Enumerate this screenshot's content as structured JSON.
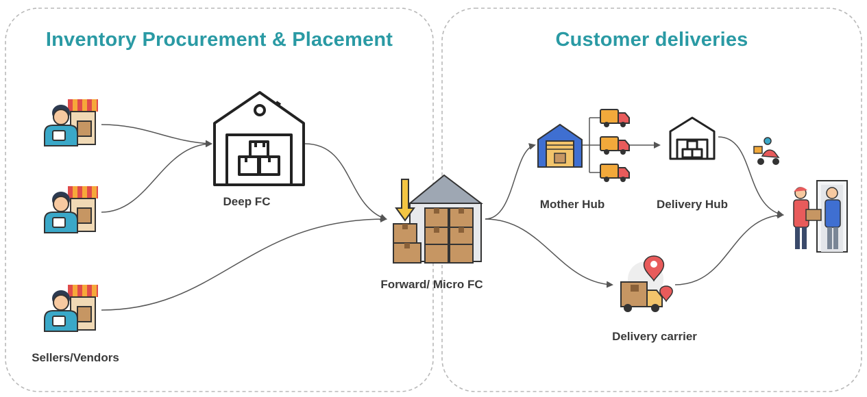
{
  "colors": {
    "accent": "#2a9aa4",
    "border": "#b8b8b8",
    "connector": "#555555",
    "box": "#c69663",
    "box_dark": "#8a6139",
    "warehouse_outline": "#222222",
    "blue_hub": "#3f6fd1",
    "truck_orange": "#f2a93b",
    "truck_red": "#e85b5b",
    "arrow_yellow": "#f4c542"
  },
  "sections": {
    "procurement": {
      "title": "Inventory Procurement & Placement"
    },
    "deliveries": {
      "title": "Customer deliveries"
    }
  },
  "nodes": {
    "sellers": {
      "label": "Sellers/Vendors",
      "icon": "seller-shop-icon"
    },
    "deep_fc": {
      "label": "Deep FC",
      "icon": "warehouse-outline-icon"
    },
    "forward_fc": {
      "label": "Forward/ Micro FC",
      "icon": "warehouse-boxes-icon"
    },
    "mother_hub": {
      "label": "Mother Hub",
      "icon": "blue-warehouse-icon"
    },
    "delivery_hub": {
      "label": "Delivery Hub",
      "icon": "small-warehouse-icon"
    },
    "delivery_carrier": {
      "label": "Delivery carrier",
      "icon": "delivery-truck-pin-icon"
    },
    "customer": {
      "icon": "doorstep-handover-icon"
    },
    "scooter": {
      "icon": "scooter-courier-icon"
    },
    "trucks": {
      "icon": "delivery-truck-icon"
    }
  }
}
